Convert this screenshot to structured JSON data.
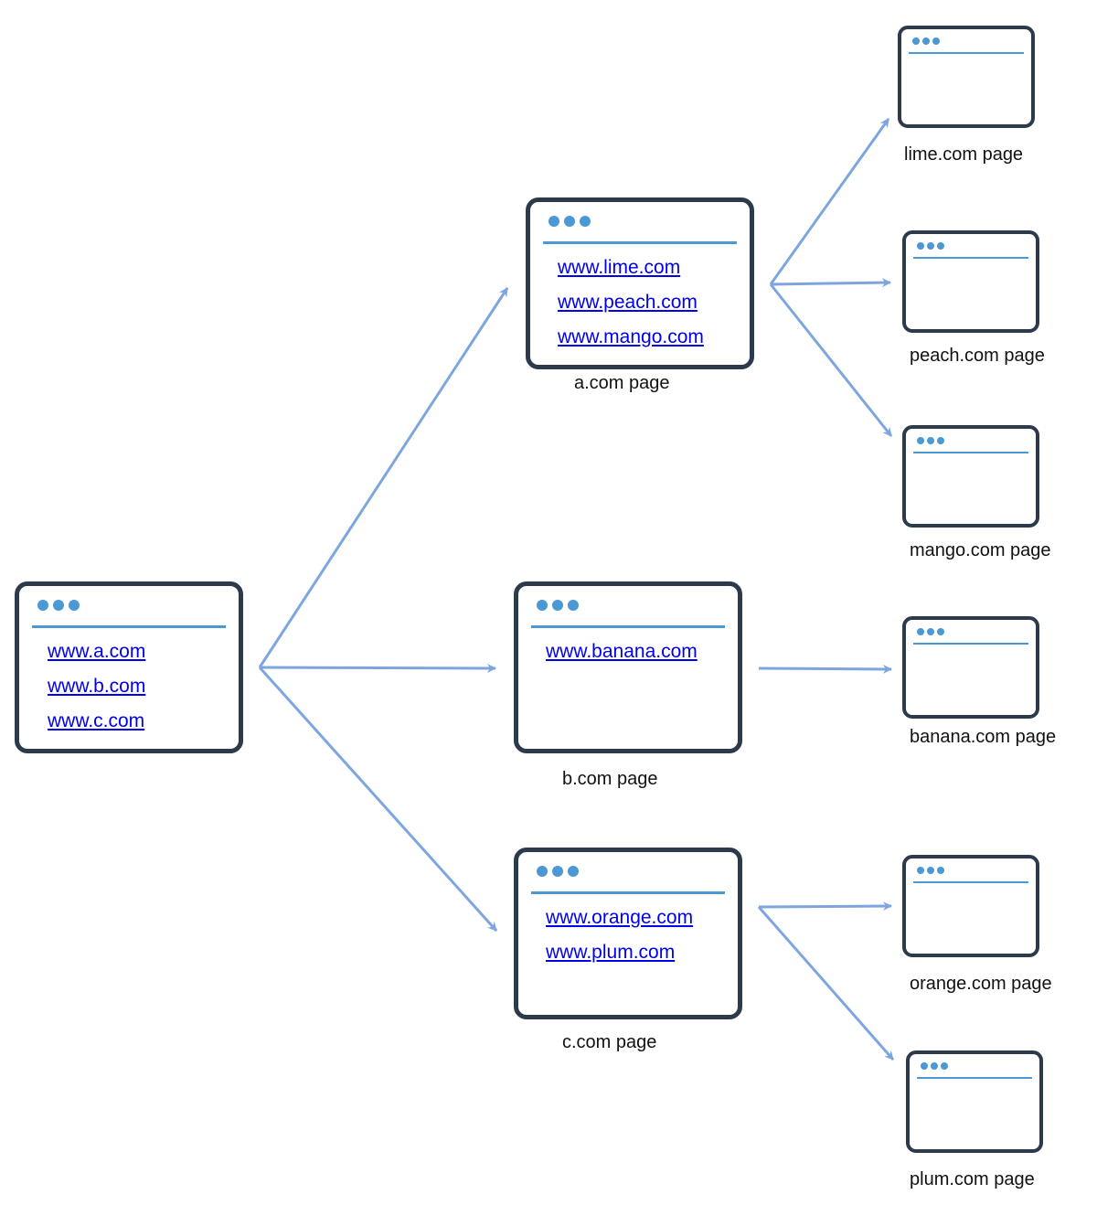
{
  "colors": {
    "frame": "#2c3a4b",
    "dots": "#4a98d4",
    "link": "#0000ee",
    "arrow": "#7ea6de"
  },
  "icons": [
    "browser-window-icon",
    "arrow-icon"
  ],
  "root": {
    "links": [
      "www.a.com",
      "www.b.com",
      "www.c.com"
    ]
  },
  "a": {
    "links": [
      "www.lime.com",
      "www.peach.com",
      "www.mango.com"
    ],
    "caption": "a.com page"
  },
  "b": {
    "links": [
      "www.banana.com"
    ],
    "caption": "b.com page"
  },
  "c": {
    "links": [
      "www.orange.com",
      "www.plum.com"
    ],
    "caption": "c.com page"
  },
  "leaves": {
    "lime": "lime.com page",
    "peach": "peach.com page",
    "mango": "mango.com page",
    "banana": "banana.com page",
    "orange": "orange.com page",
    "plum": "plum.com page"
  }
}
